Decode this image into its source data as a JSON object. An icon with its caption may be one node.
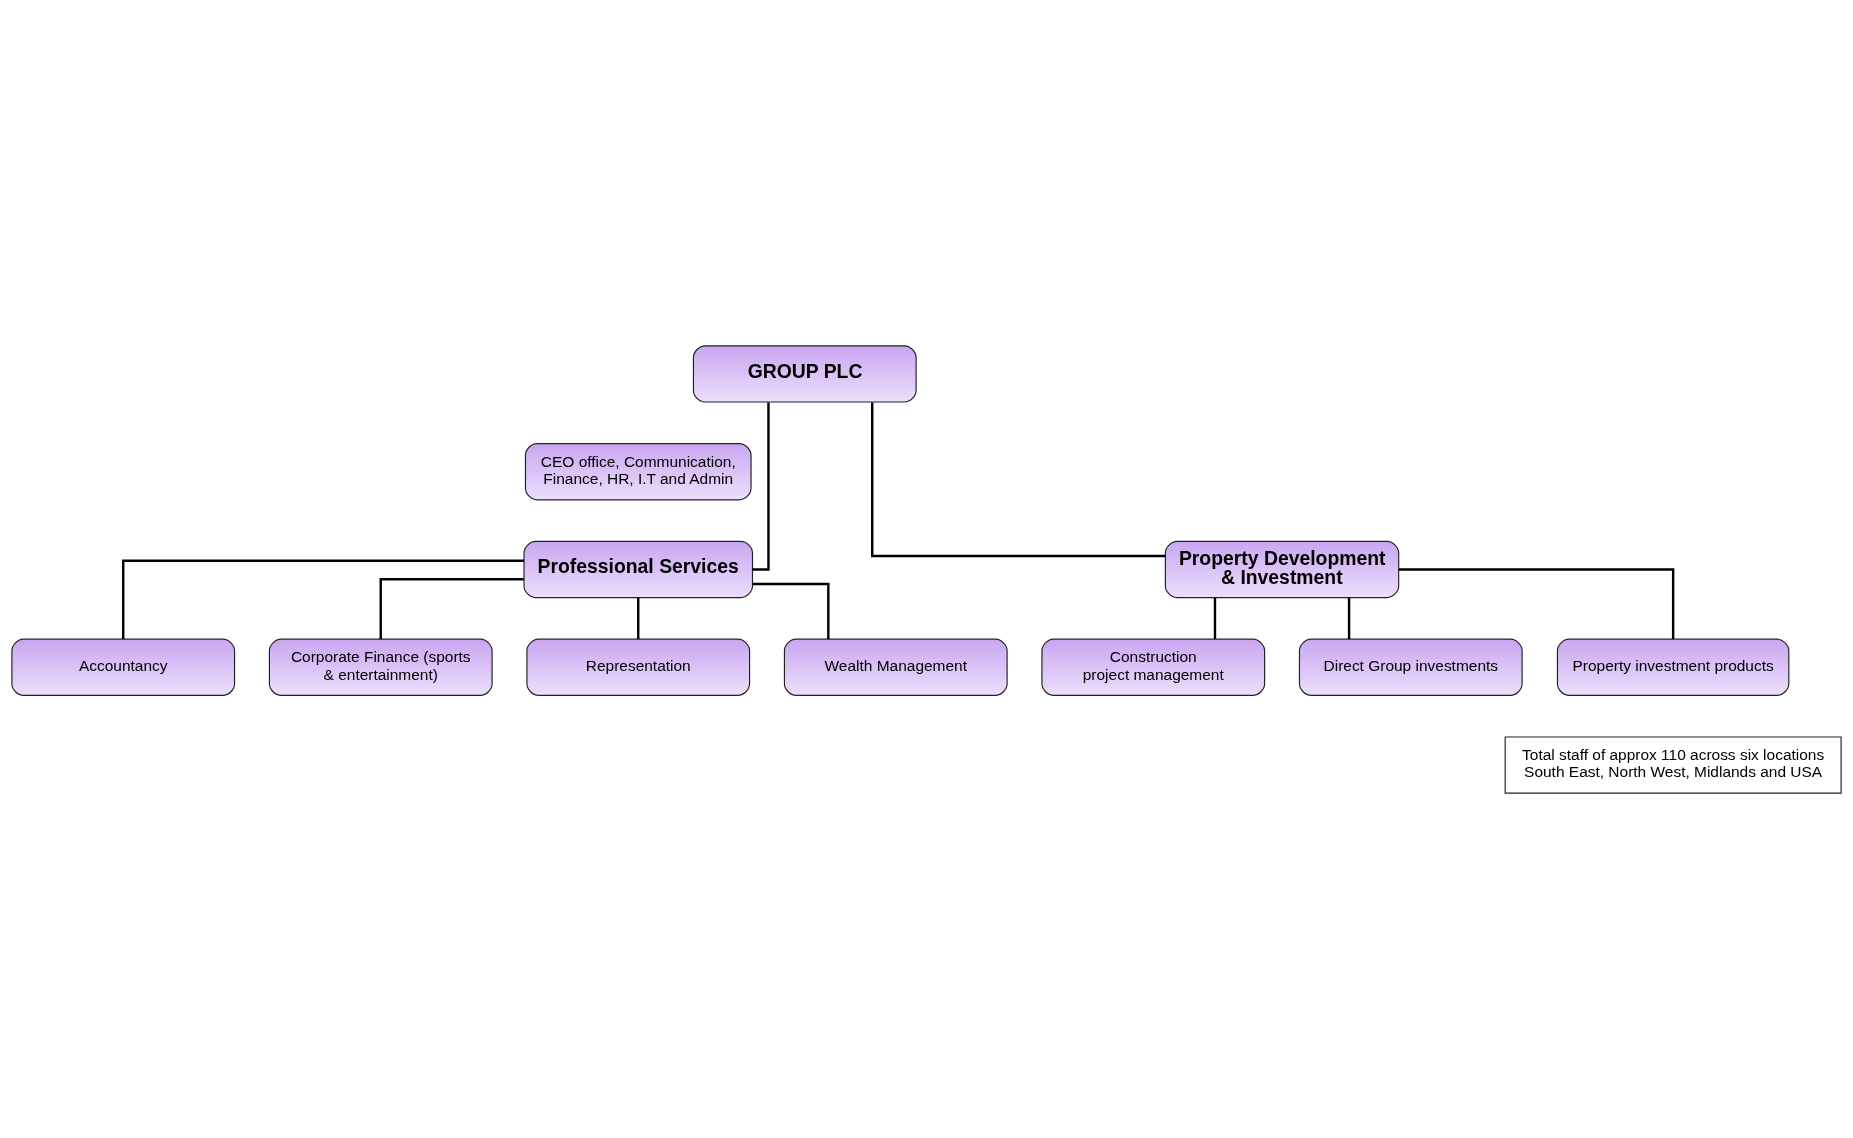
{
  "diagram": {
    "nodes": [
      {
        "text": [
          "GROUP PLC"
        ]
      },
      {
        "text": [
          "CEO office, Communication, Finance, HR, I.T and Admin"
        ]
      },
      {
        "text": [
          "Professional Services"
        ]
      },
      {
        "text": [
          "Property Development & Investment"
        ]
      },
      {
        "text": [
          "Accountancy"
        ]
      },
      {
        "text": [
          "Corporate Finance (sports & entertainment)"
        ]
      },
      {
        "text": [
          "Representation"
        ]
      },
      {
        "text": [
          "Wealth Management"
        ]
      },
      {
        "text": [
          "Construction project management"
        ]
      },
      {
        "text": [
          "Direct Group investments"
        ]
      },
      {
        "text": [
          "Property investment products"
        ]
      },
      {
        "text": [
          "Total staff of approx 110 across six locations South East, North West, Midlands and USA"
        ]
      }
    ],
    "edges": [
      {
        "from": 0,
        "to": 2,
        "arrow": "none"
      },
      {
        "from": 0,
        "to": 3,
        "arrow": "none"
      },
      {
        "from": 2,
        "to": 4,
        "arrow": "none"
      },
      {
        "from": 2,
        "to": 5,
        "arrow": "none"
      },
      {
        "from": 2,
        "to": 6,
        "arrow": "none"
      },
      {
        "from": 2,
        "to": 7,
        "arrow": "none"
      },
      {
        "from": 3,
        "to": 8,
        "arrow": "none"
      },
      {
        "from": 3,
        "to": 9,
        "arrow": "none"
      },
      {
        "from": 3,
        "to": 10,
        "arrow": "none"
      }
    ]
  }
}
